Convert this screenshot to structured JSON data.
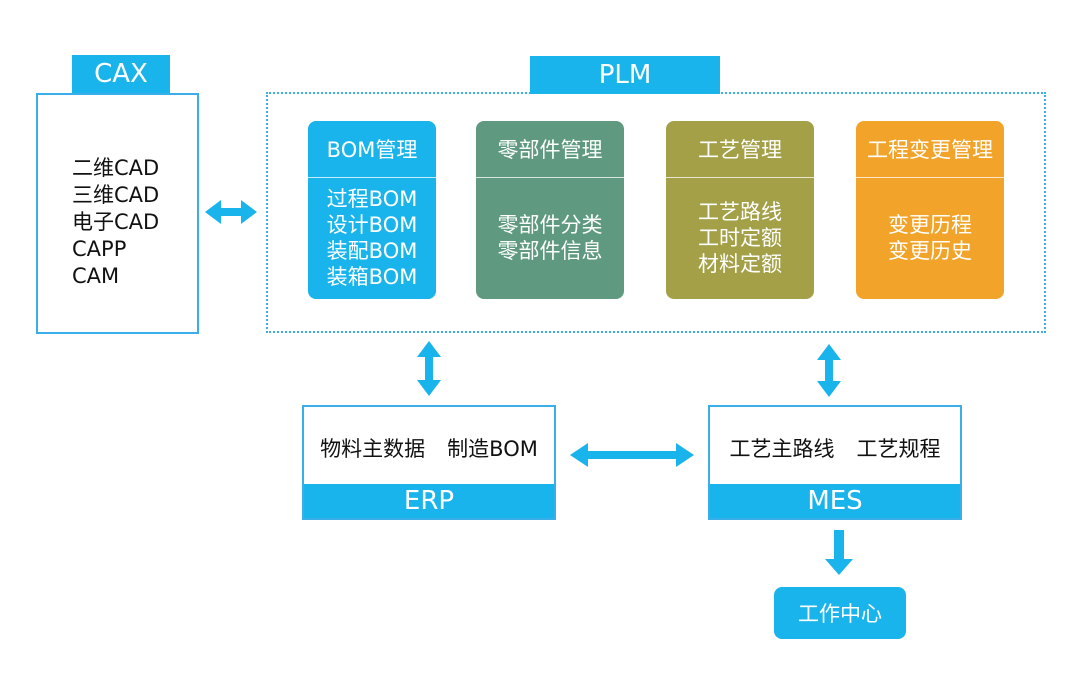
{
  "cax": {
    "title": "CAX",
    "items": [
      "二维CAD",
      "三维CAD",
      "电子CAD",
      "CAPP",
      "CAM"
    ]
  },
  "plm": {
    "title": "PLM",
    "modules": [
      {
        "title": "BOM管理",
        "items": [
          "过程BOM",
          "设计BOM",
          "装配BOM",
          "装箱BOM"
        ],
        "color": "#1ab4ec"
      },
      {
        "title": "零部件管理",
        "items": [
          "零部件分类",
          "零部件信息"
        ],
        "color": "#5f9a80"
      },
      {
        "title": "工艺管理",
        "items": [
          "工艺路线",
          "工时定额",
          "材料定额"
        ],
        "color": "#a3a047"
      },
      {
        "title": "工程变更管理",
        "items": [
          "变更历程",
          "变更历史"
        ],
        "color": "#f2a42a"
      }
    ]
  },
  "erp": {
    "title": "ERP",
    "items": [
      "物料主数据",
      "制造BOM"
    ]
  },
  "mes": {
    "title": "MES",
    "items": [
      "工艺主路线",
      "工艺规程"
    ]
  },
  "work_center": "工作中心",
  "colors": {
    "accent": "#1ab4ec",
    "border": "#3aaee8"
  }
}
